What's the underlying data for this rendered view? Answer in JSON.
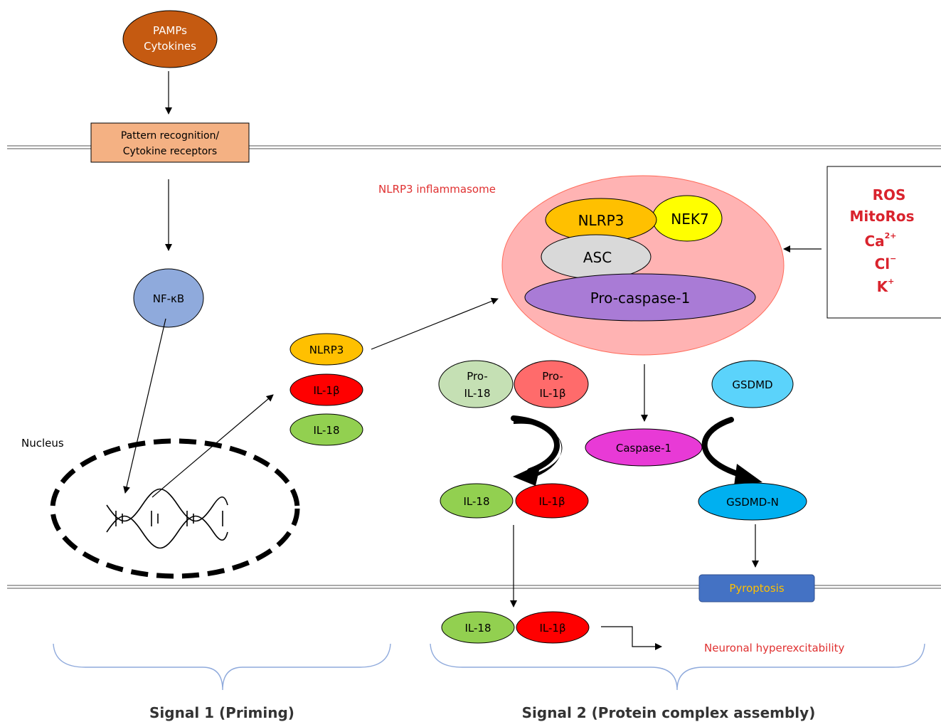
{
  "title": "NLRP3 inflammasome activation",
  "nodes": {
    "pamps_line1": "PAMPs",
    "pamps_line2": "Cytokines",
    "receptors_line1": "Pattern recognition/",
    "receptors_line2": "Cytokine receptors",
    "nfkb": "NF-κB",
    "nucleus_label": "Nucleus",
    "nlrp3_small": "NLRP3",
    "il1b_small": "IL-1β",
    "il18_small": "IL-18",
    "inflammasome_label": "NLRP3 inflammasome",
    "complex_nlrp3": "NLRP3",
    "complex_nek7": "NEK7",
    "complex_asc": "ASC",
    "complex_procasp": "Pro-caspase-1",
    "stimuli": {
      "ros": "ROS",
      "mitoros": "MitoRos",
      "ca_base": "Ca",
      "ca_sup": "2+",
      "cl_base": "Cl",
      "cl_sup": "−",
      "k_base": "K",
      "k_sup": "+"
    },
    "pro_il18_line1": "Pro-",
    "pro_il18_line2": "IL-18",
    "pro_il1b_line1": "Pro-",
    "pro_il1b_line2": "IL-1β",
    "caspase1": "Caspase-1",
    "gsdmd": "GSDMD",
    "gsdmdn": "GSDMD-N",
    "il18_mature": "IL-18",
    "il1b_mature": "IL-1β",
    "pyroptosis": "Pyroptosis",
    "il18_secreted": "IL-18",
    "il1b_secreted": "IL-1β",
    "neuronal": "Neuronal hyperexcitability"
  },
  "signals": {
    "signal1": "Signal 1 (Priming)",
    "signal2": "Signal 2 (Protein complex assembly)"
  },
  "colors": {
    "pamps": "#c55a11",
    "receptor": "#f4b183",
    "nfkb": "#8faadc",
    "nlrp3": "#ffc000",
    "il1b": "#ff0000",
    "il18": "#92d050",
    "inflammasome": "#ffb3b3",
    "nek7": "#ffff00",
    "asc": "#d9d9d9",
    "procaspase": "#a97bd6",
    "pro_il18": "#c5e0b4",
    "pro_il1b": "#ff6b6b",
    "caspase1": "#e83ad6",
    "gsdmd": "#5bd3fb",
    "gsdmdn": "#00b0f0",
    "pyroptosis": "#4472c4",
    "pyroptosis_text": "#ffc000",
    "red_text": "#e03131",
    "stimuli_text": "#d9232d",
    "brace": "#8faadc"
  }
}
